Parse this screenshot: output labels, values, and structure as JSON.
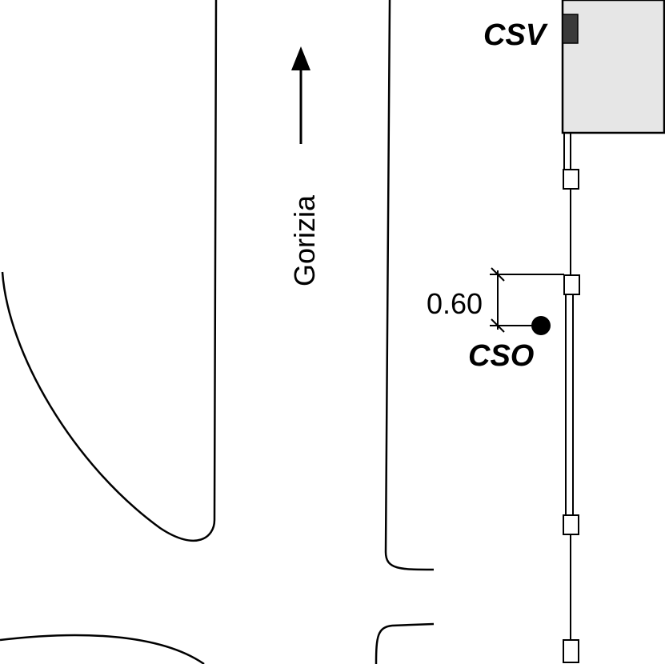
{
  "direction_label": "Gorizia",
  "dimension_label": "0.60",
  "stop_sign_label": "CSV",
  "stop_point_label": "CSO",
  "colors": {
    "stroke": "#000000",
    "building_fill": "#e6e6e6",
    "stop_box_fill": "#3a3a3a",
    "post_fill": "#ffffff",
    "point_fill": "#000000"
  },
  "icons": {
    "direction": "arrow-up-icon",
    "stop_point": "filled-circle-icon",
    "stop_box": "dark-rectangle-icon"
  }
}
